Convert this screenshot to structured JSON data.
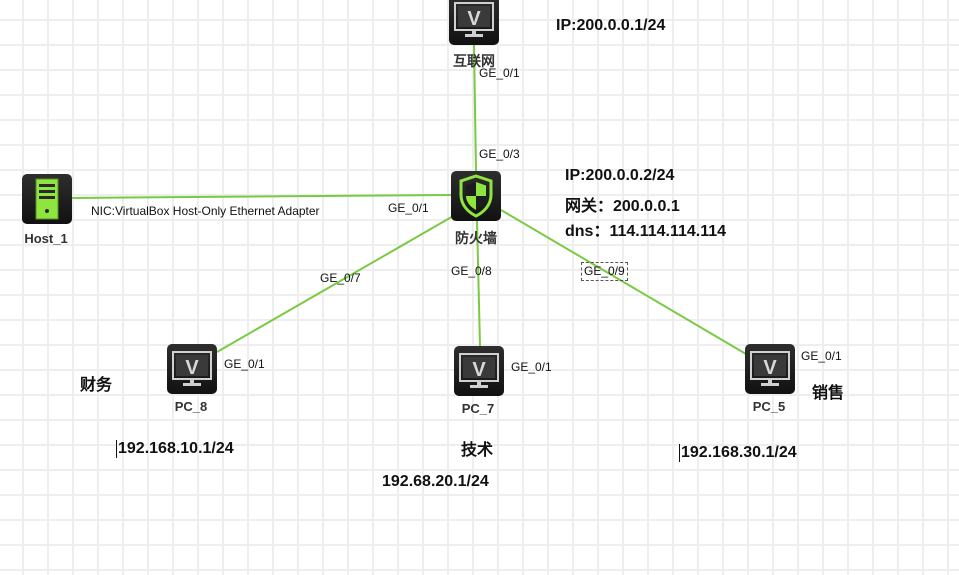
{
  "colors": {
    "link": "#7ac943",
    "accent_green": "#8ee53f",
    "device_bg": "#1c1c1c"
  },
  "devices": {
    "internet": {
      "label": "互联网",
      "icon": "pc-monitor-icon"
    },
    "firewall": {
      "label": "防火墙",
      "icon": "firewall-shield-icon"
    },
    "host1": {
      "label": "Host_1",
      "icon": "host-server-icon"
    },
    "pc8": {
      "label": "PC_8",
      "icon": "pc-monitor-icon"
    },
    "pc7": {
      "label": "PC_7",
      "icon": "pc-monitor-icon"
    },
    "pc5": {
      "label": "PC_5",
      "icon": "pc-monitor-icon"
    }
  },
  "links": [
    {
      "from": "internet",
      "to": "firewall",
      "from_port": "GE_0/1",
      "to_port": "GE_0/3"
    },
    {
      "from": "host1",
      "to": "firewall",
      "from_port": "NIC:VirtualBox Host-Only Ethernet Adapter",
      "to_port": "GE_0/1"
    },
    {
      "from": "firewall",
      "to": "pc8",
      "from_port": "GE_0/7",
      "to_port": "GE_0/1"
    },
    {
      "from": "firewall",
      "to": "pc7",
      "from_port": "GE_0/8",
      "to_port": "GE_0/1"
    },
    {
      "from": "firewall",
      "to": "pc5",
      "from_port": "GE_0/9",
      "to_port": "GE_0/1"
    }
  ],
  "notes": {
    "internet_ip": "IP:200.0.0.1/24",
    "firewall_ip": "IP:200.0.0.2/24",
    "firewall_gateway": "网关：200.0.0.1",
    "firewall_dns": "dns：114.114.114.114",
    "dept_finance": "财务",
    "dept_tech": "技术",
    "dept_sales": "销售",
    "pc8_ip": "192.168.10.1/24",
    "pc7_ip": "192.68.20.1/24",
    "pc5_ip": "192.168.30.1/24"
  }
}
